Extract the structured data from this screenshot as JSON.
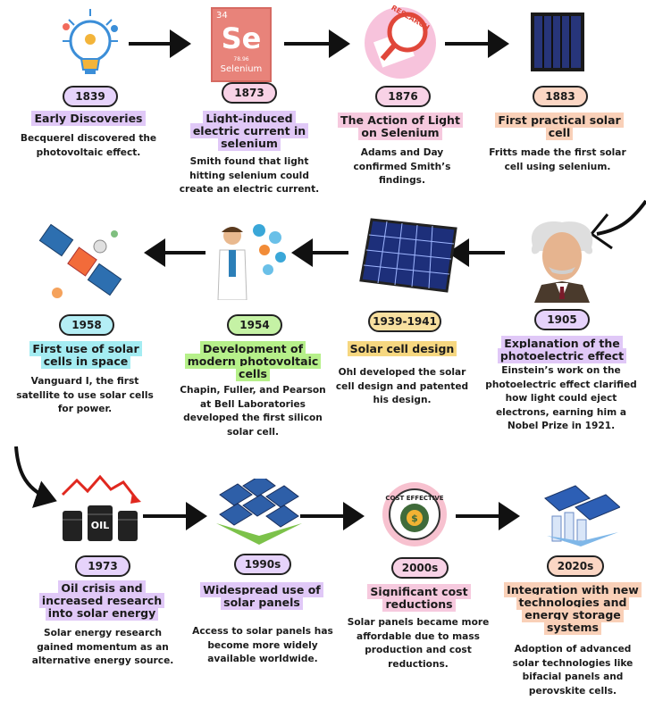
{
  "milestones": [
    {
      "year": "1839",
      "title": "Early Discoveries",
      "desc": "Becquerel discovered the photovoltaic effect."
    },
    {
      "year": "1873",
      "title": "Light-induced electric current in selenium",
      "desc": "Smith found that light hitting selenium could create an electric current."
    },
    {
      "year": "1876",
      "title": "The Action of Light on Selenium",
      "desc": "Adams and Day confirmed Smith’s findings."
    },
    {
      "year": "1883",
      "title": "First practical solar cell",
      "desc": "Fritts made the first solar cell using selenium."
    },
    {
      "year": "1905",
      "title": "Explanation of the photoelectric effect",
      "desc": "Einstein’s work on the photoelectric effect clarified how light could eject electrons, earning him a Nobel Prize in 1921."
    },
    {
      "year": "1939-1941",
      "title": "Solar cell design",
      "desc": "Ohl developed the solar cell design and patented his design."
    },
    {
      "year": "1954",
      "title": "Development of modern photovoltaic cells",
      "desc": "Chapin, Fuller, and Pearson at Bell Laboratories  developed the first silicon solar cell."
    },
    {
      "year": "1958",
      "title": "First use of solar cells in space",
      "desc": "Vanguard I, the first satellite to use solar cells for power."
    },
    {
      "year": "1973",
      "title": "Oil crisis and increased research into solar energy",
      "desc": "Solar energy research gained momentum as an alternative energy source."
    },
    {
      "year": "1990s",
      "title": "Widespread use of solar panels",
      "desc": "Access to solar panels has become more widely available worldwide."
    },
    {
      "year": "2000s",
      "title": "Significant cost reductions",
      "desc": "Solar panels became more affordable due to mass production and cost reductions."
    },
    {
      "year": "2020s",
      "title": "Integration with new technologies and energy storage systems",
      "desc": "Adoption of advanced solar technologies like bifacial panels and perovskite cells."
    }
  ],
  "icons": {
    "selenium": {
      "number": "34",
      "symbol": "Se",
      "mass": "78.96",
      "name": "Selenium"
    },
    "research_label": "RESEARCH",
    "oil_label": "OIL",
    "cost_label": "COST EFFECTIVE",
    "colors": {
      "purple": "#e0c8f7",
      "pink": "#f6c9de",
      "orange": "#f9d0b8",
      "green": "#b6f08a",
      "cyan": "#a4ecf2",
      "yellow": "#f6d780",
      "selenium": "#e8837a"
    }
  }
}
